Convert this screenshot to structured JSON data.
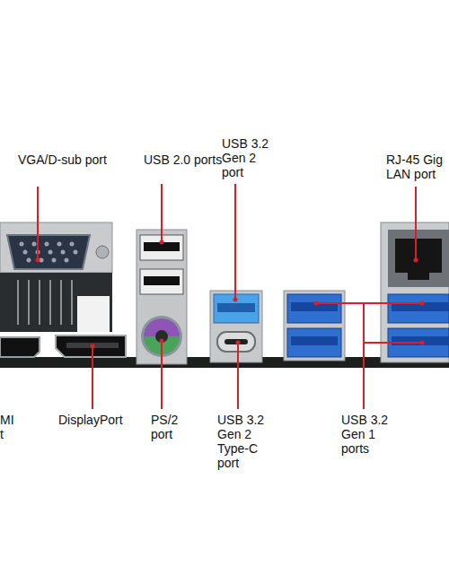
{
  "diagram": {
    "labels": [
      "VGA/D-sub port",
      "USB 2.0 ports",
      "USB 3.2 Gen 2 port",
      "RJ-45 Gig LAN port",
      "MI t",
      "DisplayPort",
      "PS/2 port",
      "USB 3.2 Gen 2 Type-C port",
      "USB 3.2 Gen 1 ports"
    ]
  }
}
